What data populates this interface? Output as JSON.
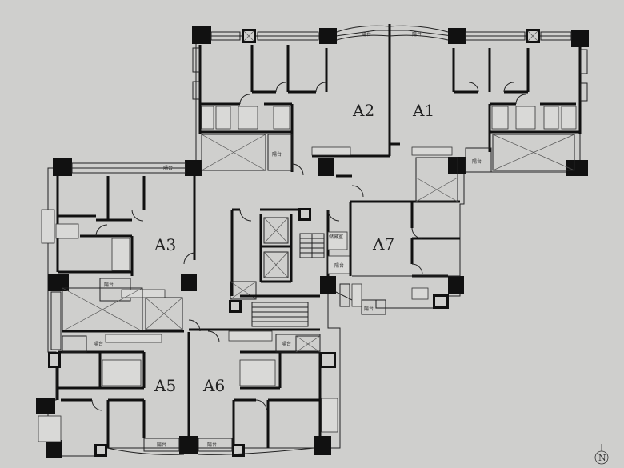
{
  "units": [
    {
      "id": "a1",
      "label": "A1"
    },
    {
      "id": "a2",
      "label": "A2"
    },
    {
      "id": "a3",
      "label": "A3"
    },
    {
      "id": "a5",
      "label": "A5"
    },
    {
      "id": "a6",
      "label": "A6"
    },
    {
      "id": "a7",
      "label": "A7"
    }
  ],
  "balcony_label": "陽台",
  "storage_label": "儲藏室",
  "north_label": "N"
}
